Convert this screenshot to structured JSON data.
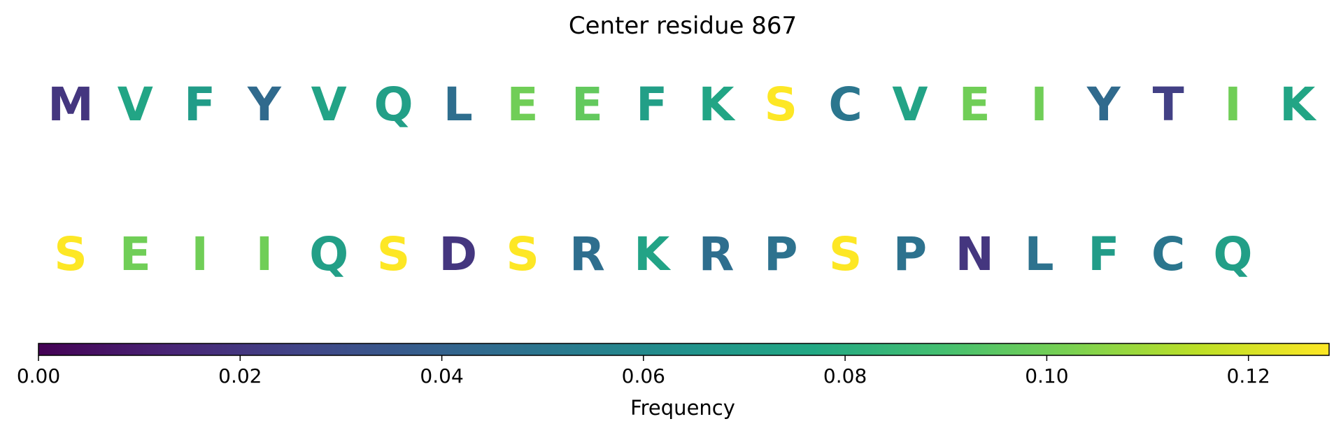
{
  "chart_data": {
    "type": "sequence-heatmap",
    "title": "Center residue 867",
    "rows": [
      {
        "residues": [
          "M",
          "V",
          "F",
          "Y",
          "V",
          "Q",
          "L",
          "E",
          "E",
          "F",
          "K",
          "S",
          "C",
          "V",
          "E",
          "I",
          "Y",
          "T",
          "I",
          "K"
        ],
        "values": [
          0.02,
          0.075,
          0.07,
          0.044,
          0.074,
          0.072,
          0.046,
          0.1,
          0.097,
          0.072,
          0.075,
          0.128,
          0.05,
          0.074,
          0.1,
          0.1,
          0.044,
          0.024,
          0.1,
          0.075
        ]
      },
      {
        "residues": [
          "S",
          "E",
          "I",
          "I",
          "Q",
          "S",
          "D",
          "S",
          "R",
          "K",
          "R",
          "P",
          "S",
          "P",
          "N",
          "L",
          "F",
          "C",
          "Q"
        ],
        "values": [
          0.128,
          0.1,
          0.1,
          0.1,
          0.072,
          0.128,
          0.02,
          0.128,
          0.046,
          0.074,
          0.046,
          0.048,
          0.128,
          0.048,
          0.02,
          0.048,
          0.07,
          0.05,
          0.072
        ]
      }
    ],
    "colorbar": {
      "colormap": "viridis",
      "vmin": 0.0,
      "vmax": 0.128,
      "ticks": [
        0.0,
        0.02,
        0.04,
        0.06,
        0.08,
        0.1,
        0.12
      ],
      "tick_labels": [
        "0.00",
        "0.02",
        "0.04",
        "0.06",
        "0.08",
        "0.10",
        "0.12"
      ],
      "label": "Frequency"
    }
  }
}
